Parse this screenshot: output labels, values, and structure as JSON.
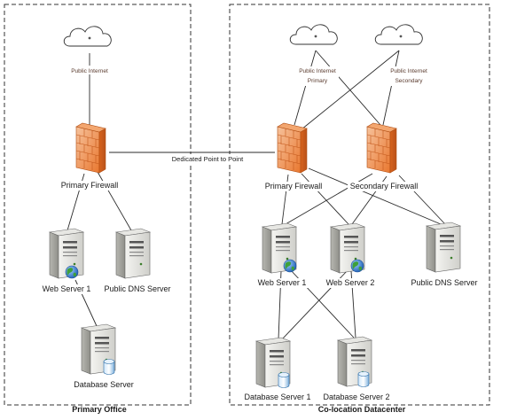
{
  "zones": {
    "primary_office": "Primary Office",
    "colo_datacenter": "Co-location Datacenter"
  },
  "clouds": {
    "office_internet": "Public Internet",
    "colo_primary": [
      "Public Internet",
      "Primary"
    ],
    "colo_secondary": [
      "Public Internet",
      "Secondary"
    ]
  },
  "firewalls": {
    "office_primary": "Primary Firewall",
    "colo_primary": "Primary Firewall",
    "colo_secondary": "Secondary Firewall"
  },
  "servers": {
    "office_web": "Web Server 1",
    "office_dns": "Public DNS Server",
    "office_db": "Database Server",
    "colo_web1": "Web Server 1",
    "colo_web2": "Web Server 2",
    "colo_dns": "Public DNS Server",
    "colo_db1": "Database Server 1",
    "colo_db2": "Database Server 2"
  },
  "links": {
    "point_to_point": "Dedicated Point to Point"
  }
}
